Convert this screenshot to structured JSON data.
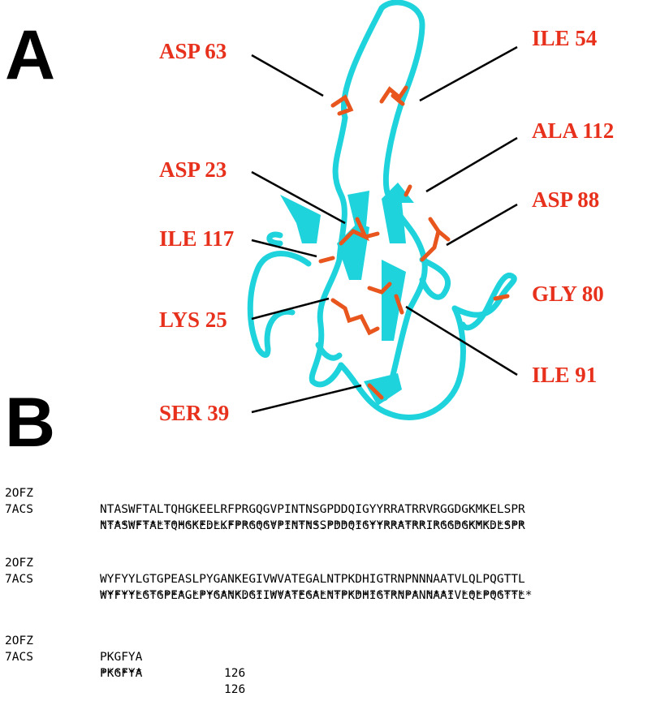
{
  "panels": {
    "a": "A",
    "b": "B"
  },
  "colors": {
    "ribbon": "#1ed3dc",
    "residue": "#e8551d",
    "label": "#e8311d",
    "leader": "#000000"
  },
  "residue_labels": [
    {
      "id": "asp63",
      "text": "ASP 63"
    },
    {
      "id": "ile54",
      "text": "ILE 54"
    },
    {
      "id": "ala112",
      "text": "ALA 112"
    },
    {
      "id": "asp23",
      "text": "ASP 23"
    },
    {
      "id": "asp88",
      "text": "ASP 88"
    },
    {
      "id": "ile117",
      "text": "ILE 117"
    },
    {
      "id": "gly80",
      "text": "GLY 80"
    },
    {
      "id": "lys25",
      "text": "LYS 25"
    },
    {
      "id": "ile91",
      "text": "ILE 91"
    },
    {
      "id": "ser39",
      "text": "SER 39"
    }
  ],
  "alignment": {
    "blocks": [
      {
        "rows": [
          {
            "id": "2OFZ",
            "seq": "NTASWFTALTQHGKEELRFPRGQGVPINTNSGPDDQIGYYRRATRRVRGGDGKMKELSPR"
          },
          {
            "id": "7ACS",
            "seq": "NTASWFTALTQHGKEDLKFPRGQGVPINTNSSPDDQIGYYRRATRRIRGGDGKMKDLSPR"
          }
        ],
        "consensus": "***************:*:*************.**************:********:****"
      },
      {
        "rows": [
          {
            "id": "2OFZ",
            "seq": "WYFYYLGTGPEASLPYGANKEGIVWVATEGALNTPKDHIGTRNPNNNAATVLQLPQGTTL"
          },
          {
            "id": "7ACS",
            "seq": "WYFYYLGTGPEAGLPYGANKDGIIWVATEGALNTPKDHIGTRNPANNAAIVLQLPQGTTL"
          }
        ],
        "consensus": "************.*******:**:********************* **** **********"
      },
      {
        "rows": [
          {
            "id": "2OFZ",
            "seq": "PKGFYA",
            "count": "126"
          },
          {
            "id": "7ACS",
            "seq": "PKGFYA",
            "count": "126"
          }
        ],
        "consensus": "******"
      }
    ]
  }
}
